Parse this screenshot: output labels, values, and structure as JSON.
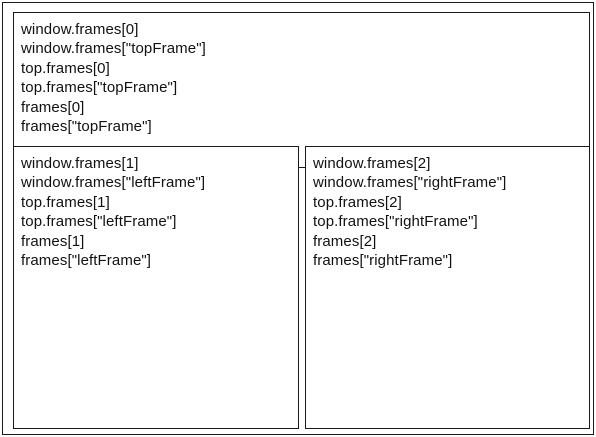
{
  "top_frame": {
    "references": [
      "window.frames[0]",
      "window.frames[\"topFrame\"]",
      "top.frames[0]",
      "top.frames[\"topFrame\"]",
      "frames[0]",
      "frames[\"topFrame\"]"
    ]
  },
  "left_frame": {
    "references": [
      "window.frames[1]",
      "window.frames[\"leftFrame\"]",
      "top.frames[1]",
      "top.frames[\"leftFrame\"]",
      "frames[1]",
      "frames[\"leftFrame\"]"
    ]
  },
  "right_frame": {
    "references": [
      "window.frames[2]",
      "window.frames[\"rightFrame\"]",
      "top.frames[2]",
      "top.frames[\"rightFrame\"]",
      "frames[2]",
      "frames[\"rightFrame\"]"
    ]
  }
}
